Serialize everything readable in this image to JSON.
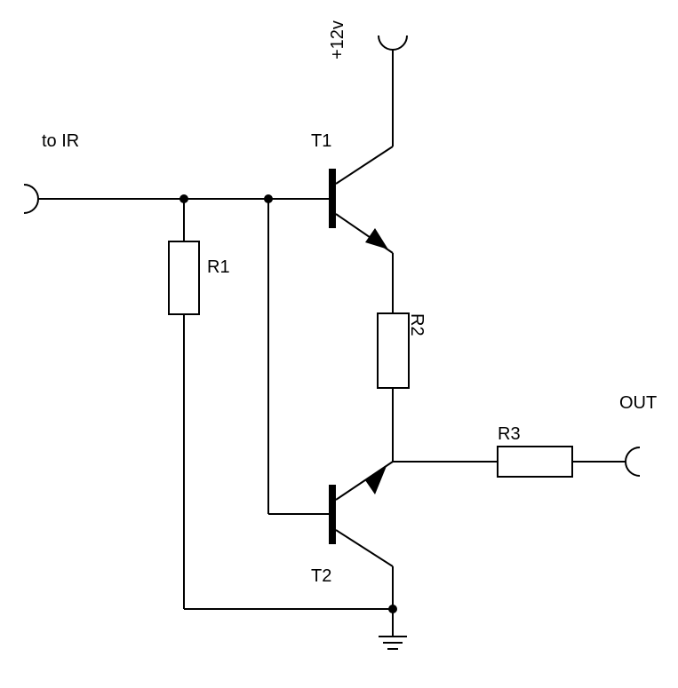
{
  "labels": {
    "input": "to IR",
    "supply": "+12v",
    "output": "OUT",
    "t1": "T1",
    "t2": "T2",
    "r1": "R1",
    "r2": "R2",
    "r3": "R3"
  },
  "components": {
    "transistors": [
      "T1",
      "T2"
    ],
    "resistors": [
      "R1",
      "R2",
      "R3"
    ]
  }
}
